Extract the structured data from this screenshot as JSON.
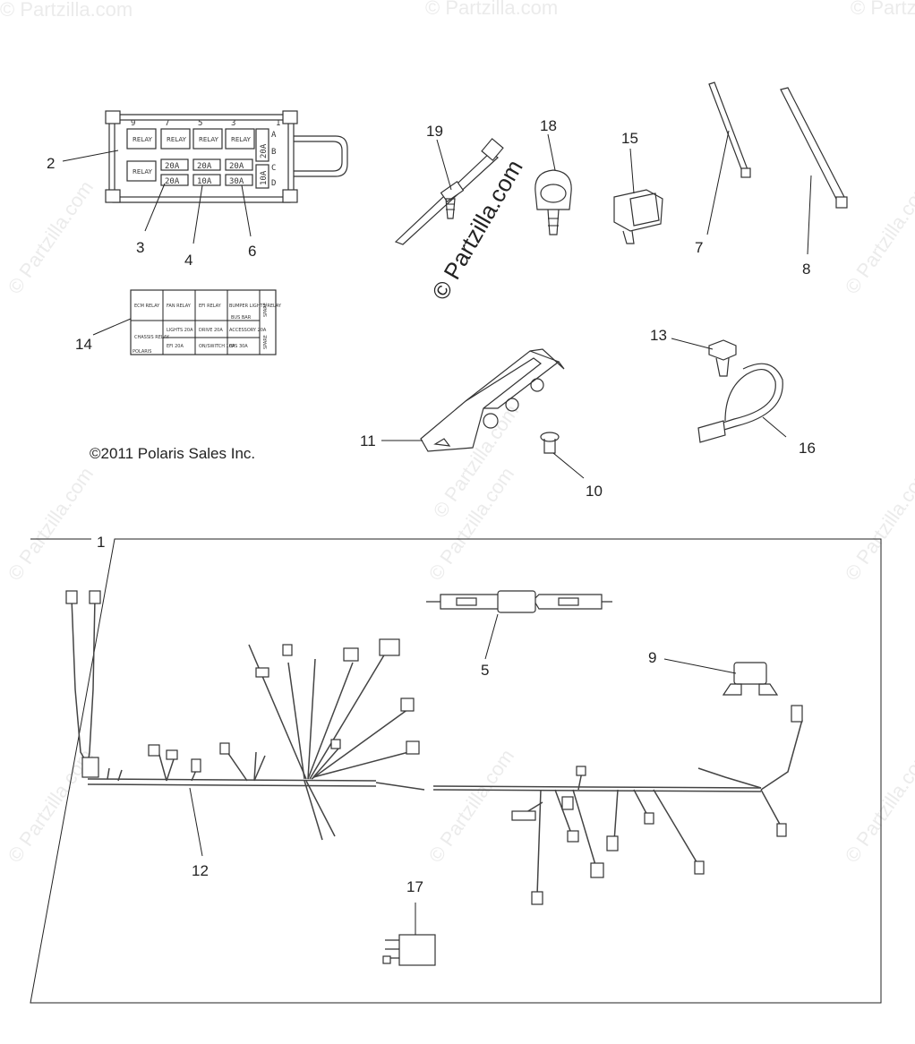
{
  "copyright": "©2011 Polaris Sales Inc.",
  "watermark": "© Partzilla.com",
  "watermark_tile": "© Partzilla.com",
  "callouts": {
    "c1": "1",
    "c2": "2",
    "c3": "3",
    "c4": "4",
    "c5": "5",
    "c6": "6",
    "c7": "7",
    "c8": "8",
    "c9": "9",
    "c10": "10",
    "c11": "11",
    "c12": "12",
    "c13": "13",
    "c14": "14",
    "c15": "15",
    "c16": "16",
    "c17": "17",
    "c18": "18",
    "c19": "19"
  },
  "fuse_box": {
    "top_numbers": [
      "9",
      "7",
      "5",
      "3",
      "1"
    ],
    "side_letters": [
      "A",
      "B",
      "C",
      "D"
    ],
    "relay_label": "RELAY",
    "fuses_row1": [
      "20A",
      "20A",
      "20A"
    ],
    "fuses_row2": [
      "20A",
      "10A",
      "30A"
    ],
    "side_fuses": [
      "20A",
      "10A"
    ]
  },
  "label_card": {
    "r1": [
      "ECM RELAY",
      "FAN RELAY",
      "EFI RELAY",
      "BUMPER LIGHTS RELAY",
      "SPARE"
    ],
    "r2": [
      "CHASSIS RELAY",
      "LIGHTS 20A",
      "DRIVE 20A",
      "ACCESSORY 20A",
      "SPARE"
    ],
    "r3": [
      "",
      "EFI 20A",
      "ON/SWITCH 10A",
      "EPS 30A",
      ""
    ],
    "bus_bar": "BUS BAR",
    "brand": "POLARIS"
  }
}
